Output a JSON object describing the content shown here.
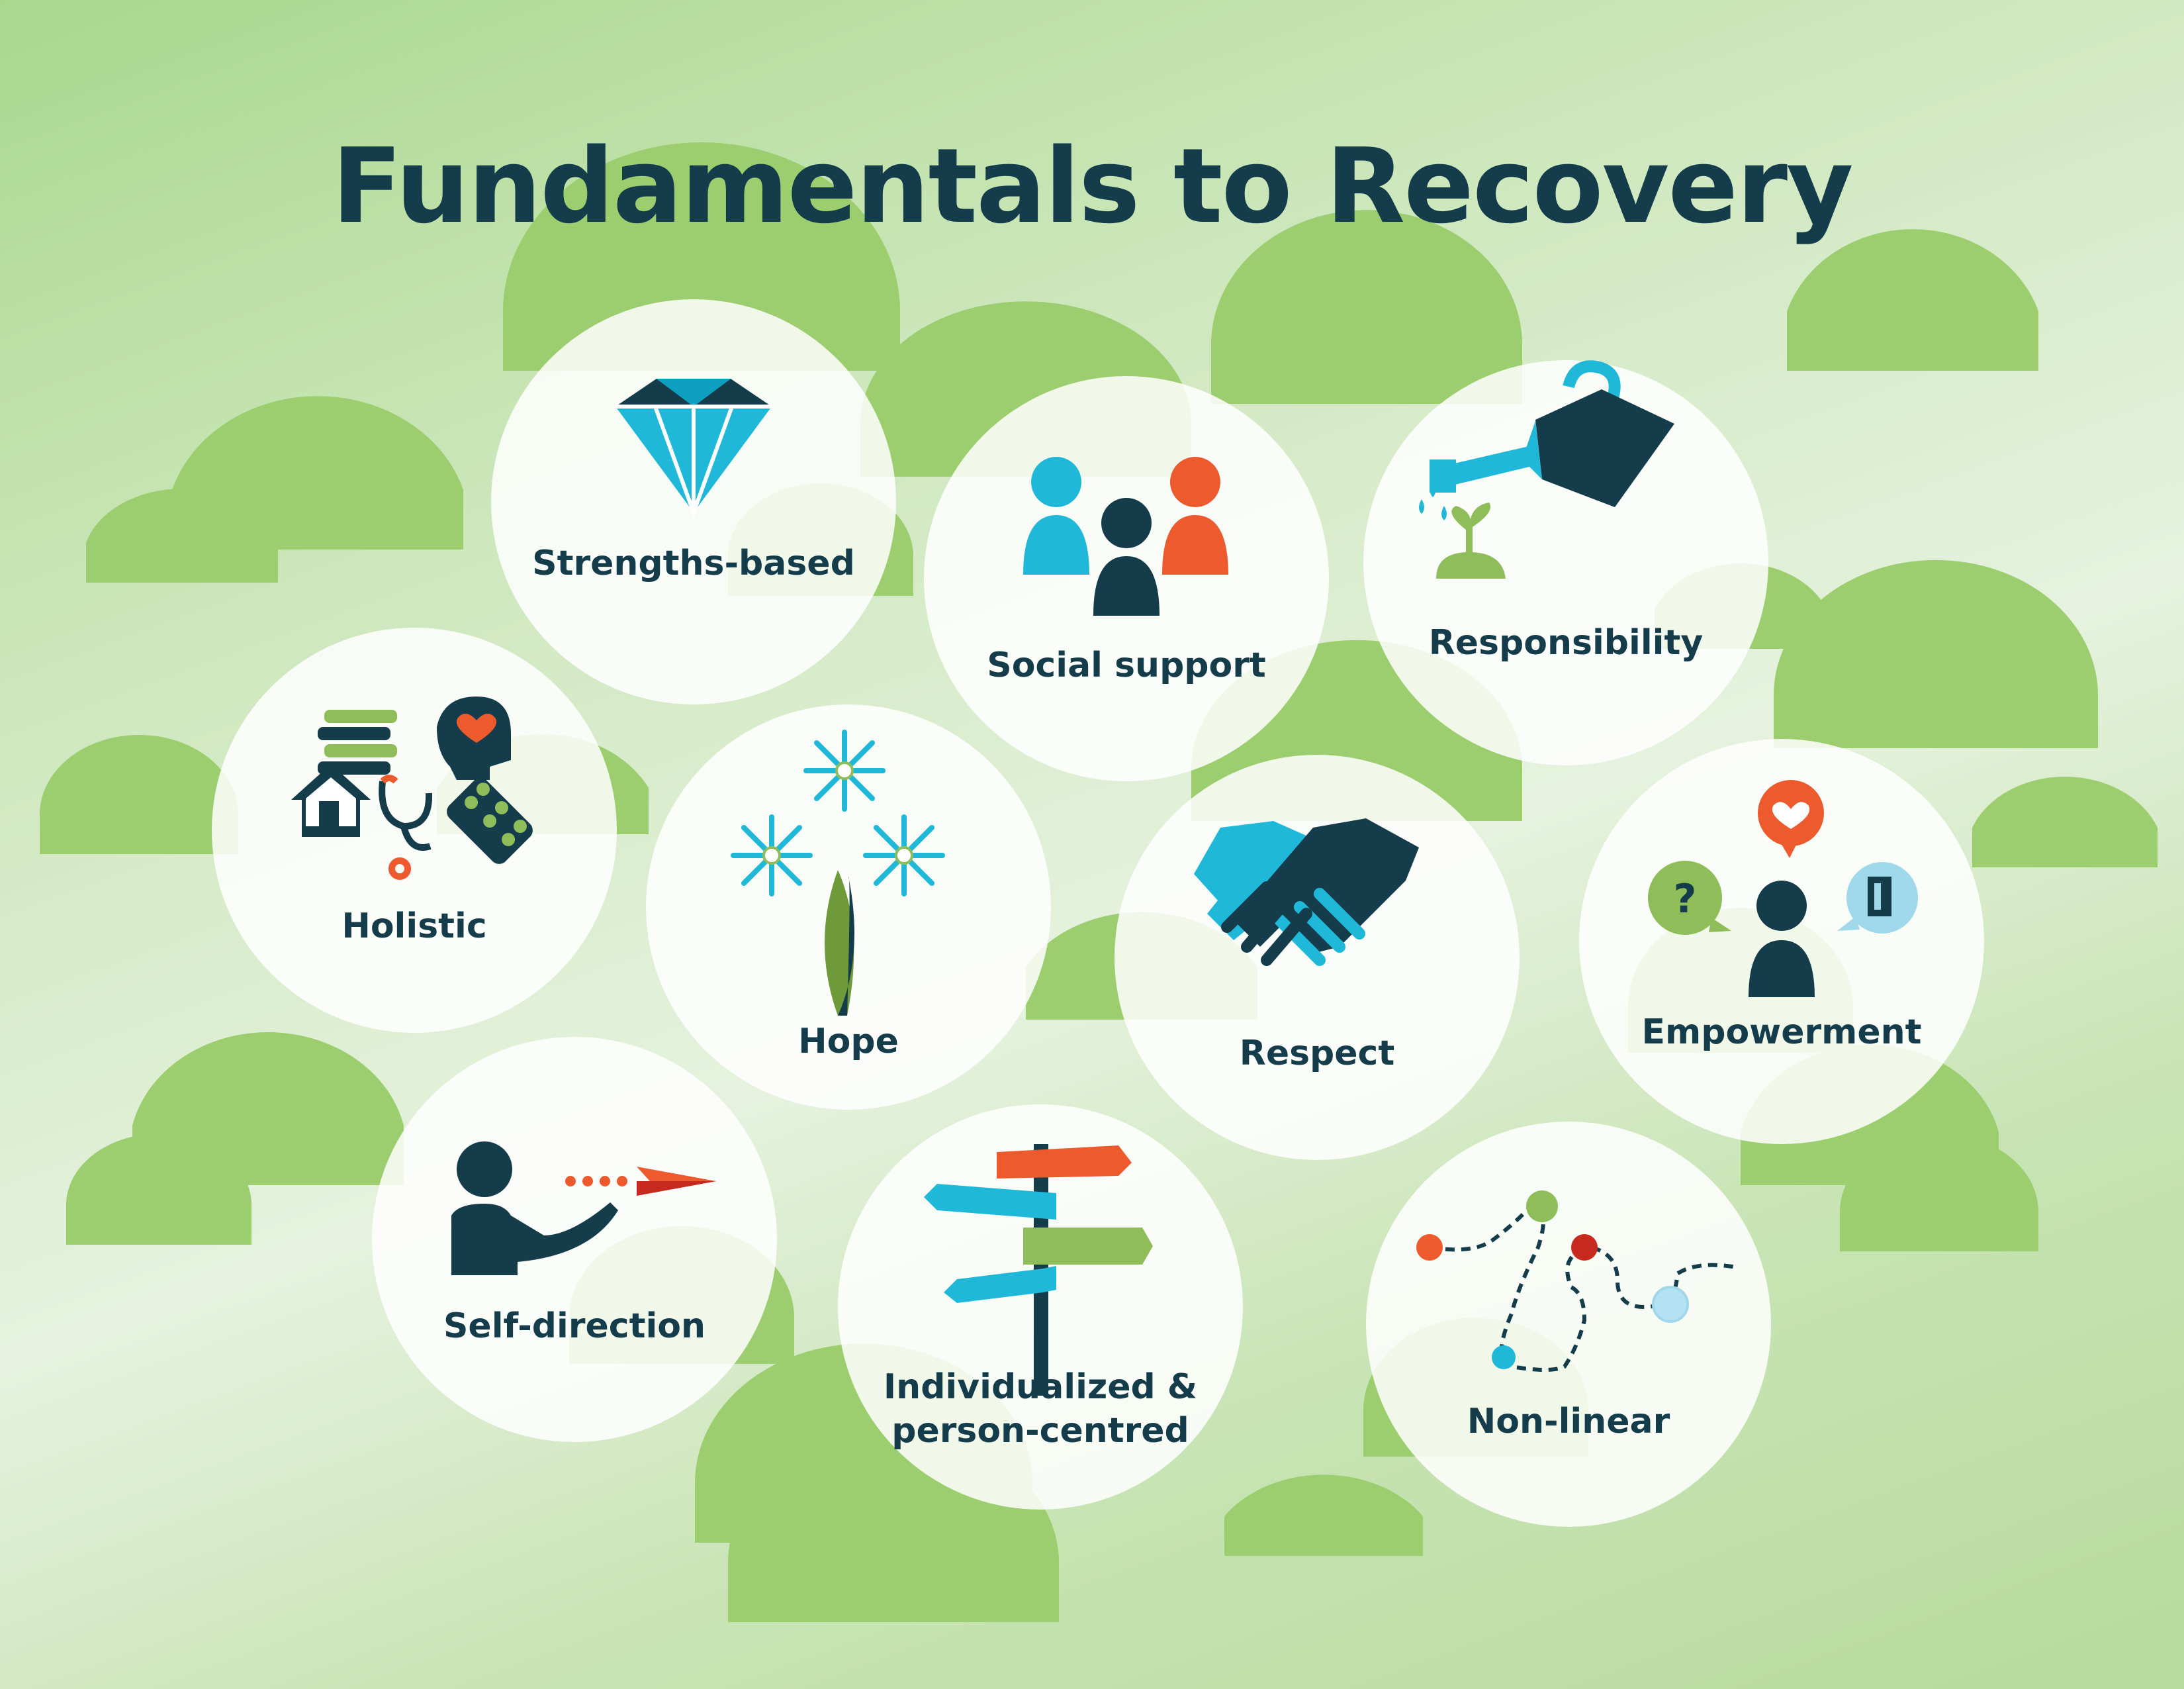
{
  "title": "Fundamentals to Recovery",
  "colors": {
    "navy": "#143c4a",
    "cyan": "#1fb8d8",
    "orange": "#ec5a2e",
    "red": "#c62a1e",
    "green": "#9ccd6e",
    "olive": "#8fbd5a",
    "bubble": "#ffffff"
  },
  "principles": [
    {
      "label": "Strengths-based",
      "icon": "diamond-icon"
    },
    {
      "label": "Social support",
      "icon": "people-group-icon"
    },
    {
      "label": "Responsibility",
      "icon": "watering-can-icon"
    },
    {
      "label": "Holistic",
      "icon": "holistic-icons"
    },
    {
      "label": "Hope",
      "icon": "flower-icon"
    },
    {
      "label": "Respect",
      "icon": "handshake-icon"
    },
    {
      "label": "Empowerment",
      "icon": "empowerment-icon"
    },
    {
      "label": "Self-direction",
      "icon": "person-pointing-icon"
    },
    {
      "label": "Individualized &",
      "label2": "person-centred",
      "icon": "signpost-icon"
    },
    {
      "label": "Non-linear",
      "icon": "winding-path-icon"
    }
  ]
}
